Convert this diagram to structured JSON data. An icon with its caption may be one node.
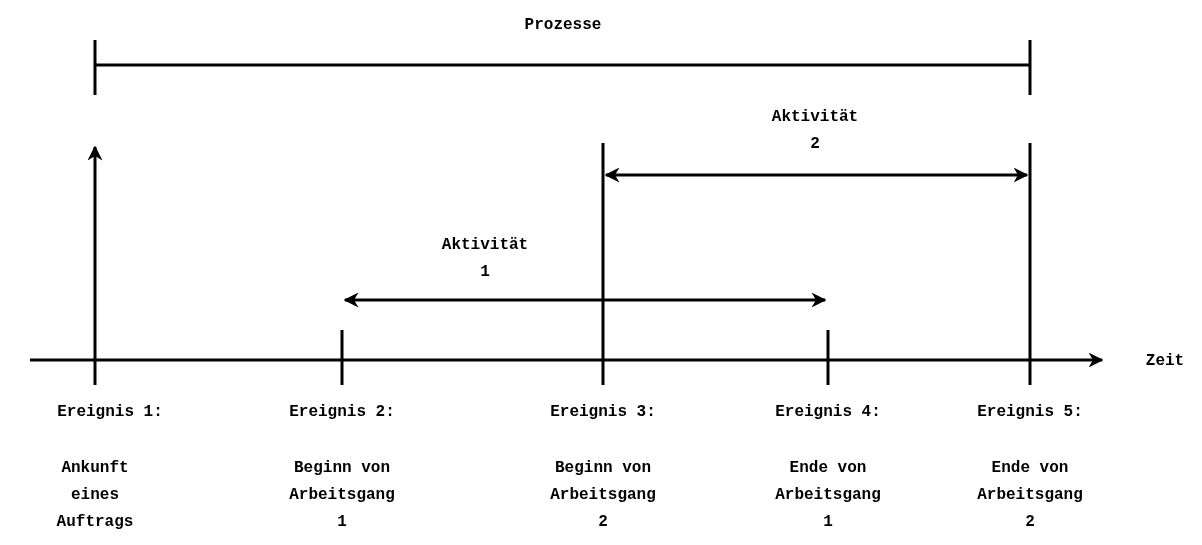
{
  "diagram": {
    "labels": [
      "Prozesse",
      "Aktivität 2",
      "Aktivität 1",
      "Zeit",
      "Ereignis 1:",
      "Ereignis 2:",
      "Ereignis 3:",
      "Ereignis 4:",
      "Ereignis 5:",
      "Ankunft eines Auftrags",
      "Beginn von Arbeitsgang 1",
      "Beginn von Arbeitsgang 2",
      "Ende von Arbeitsgang 1",
      "Ende von Arbeitsgang 2"
    ]
  }
}
